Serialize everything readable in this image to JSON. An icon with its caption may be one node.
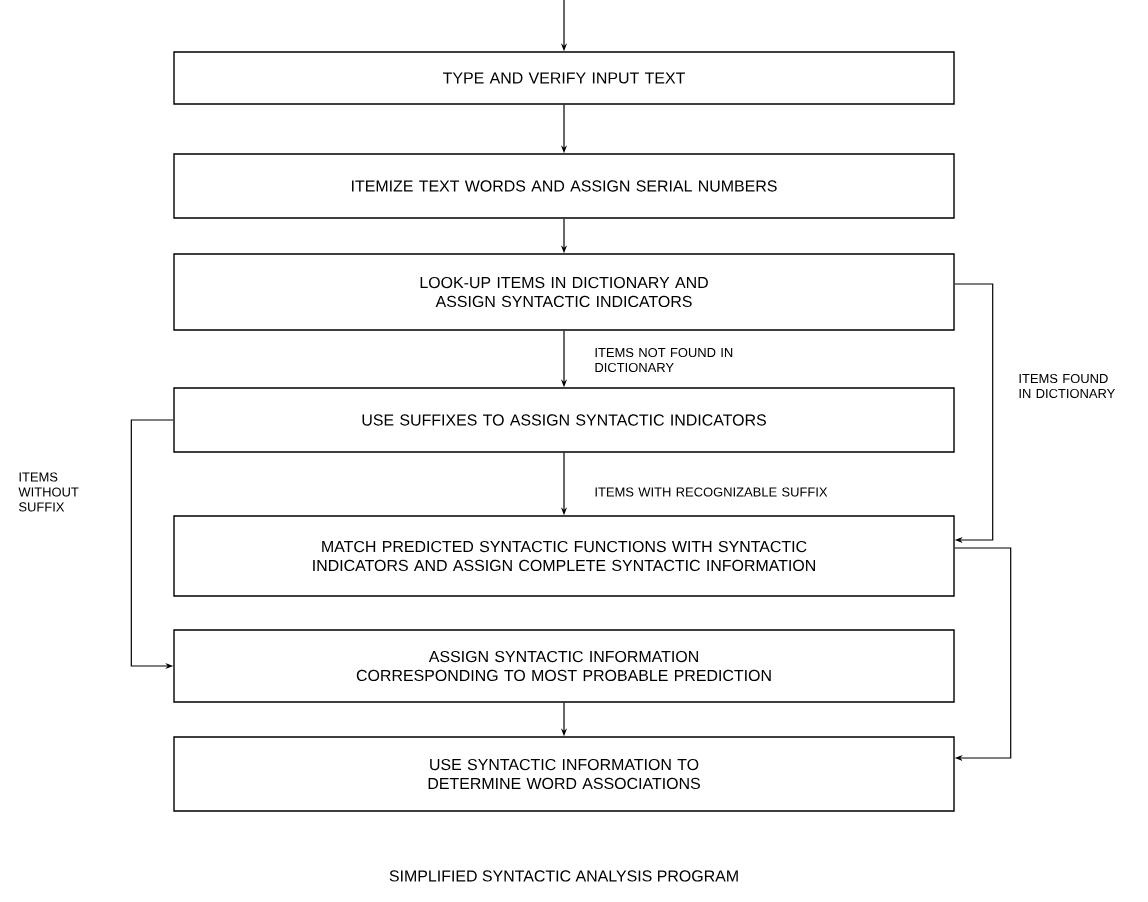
{
  "diagram": {
    "caption": "SIMPLIFIED SYNTACTIC ANALYSIS PROGRAM",
    "nodes": [
      {
        "text": [
          "TYPE AND VERIFY INPUT TEXT"
        ]
      },
      {
        "text": [
          "ITEMIZE TEXT WORDS AND ASSIGN SERIAL NUMBERS"
        ]
      },
      {
        "text": [
          "LOOK-UP ITEMS IN DICTIONARY AND ASSIGN SYNTACTIC INDICATORS"
        ]
      },
      {
        "text": [
          "USE SUFFIXES TO ASSIGN SYNTACTIC INDICATORS"
        ]
      },
      {
        "text": [
          "MATCH PREDICTED SYNTACTIC FUNCTIONS WITH SYNTACTIC INDICATORS AND ASSIGN COMPLETE SYNTACTIC INFORMATION"
        ]
      },
      {
        "text": [
          "ASSIGN SYNTACTIC INFORMATION CORRESPONDING TO MOST PROBABLE PREDICTION"
        ]
      },
      {
        "text": [
          "USE SYNTACTIC INFORMATION TO DETERMINE WORD ASSOCIATIONS"
        ]
      }
    ],
    "edges": [
      {
        "from": null,
        "to": 0,
        "arrow": "to"
      },
      {
        "from": 0,
        "to": 1,
        "arrow": "to"
      },
      {
        "from": 1,
        "to": 2,
        "arrow": "to"
      },
      {
        "from": 2,
        "to": 3,
        "arrow": "to",
        "label": "ITEMS NOT FOUND IN DICTIONARY"
      },
      {
        "from": 2,
        "to": 4,
        "arrow": "to",
        "label": "ITEMS FOUND IN DICTIONARY"
      },
      {
        "from": 3,
        "to": 4,
        "arrow": "to",
        "label": "ITEMS WITH RECOGNIZABLE SUFFIX"
      },
      {
        "from": 3,
        "to": 5,
        "arrow": "to",
        "label": "ITEMS WITHOUT SUFFIX"
      },
      {
        "from": 4,
        "to": 6,
        "arrow": "to"
      },
      {
        "from": 5,
        "to": 6,
        "arrow": "to"
      }
    ]
  }
}
